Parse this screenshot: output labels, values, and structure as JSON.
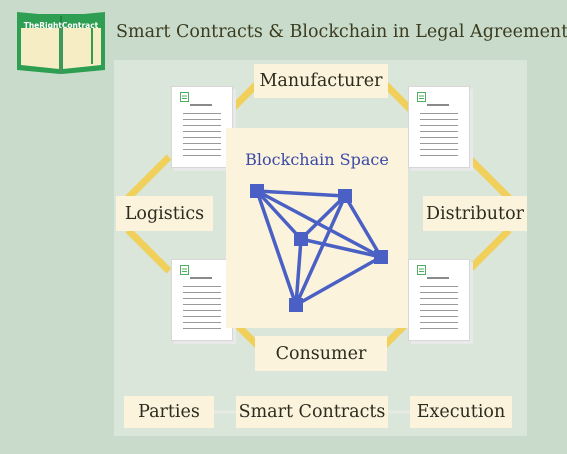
{
  "header": {
    "logo_text": "TheRightContract",
    "title": "Smart Contracts & Blockchain in Legal Agreements"
  },
  "diagram": {
    "center": {
      "label": "Blockchain Space"
    },
    "nodes": {
      "manufacturer": "Manufacturer",
      "logistics": "Logistics",
      "distributor": "Distributor",
      "consumer": "Consumer"
    },
    "footer": {
      "parties": "Parties",
      "smart_contracts": "Smart Contracts",
      "execution": "Execution"
    }
  },
  "colors": {
    "background": "#c9dccb",
    "panel": "#dbe6db",
    "node_fill": "#fbf3dc",
    "connector": "#f0cf5a",
    "network": "#4a60c4",
    "logo_green": "#2e9e52"
  }
}
